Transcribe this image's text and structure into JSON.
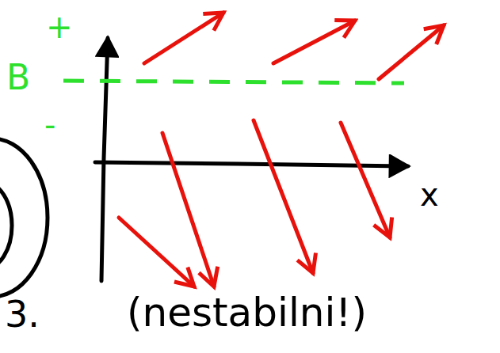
{
  "diagram": {
    "labels": [
      "+",
      "B",
      "-",
      "x",
      "3.",
      "(nestabilni!)"
    ]
  }
}
